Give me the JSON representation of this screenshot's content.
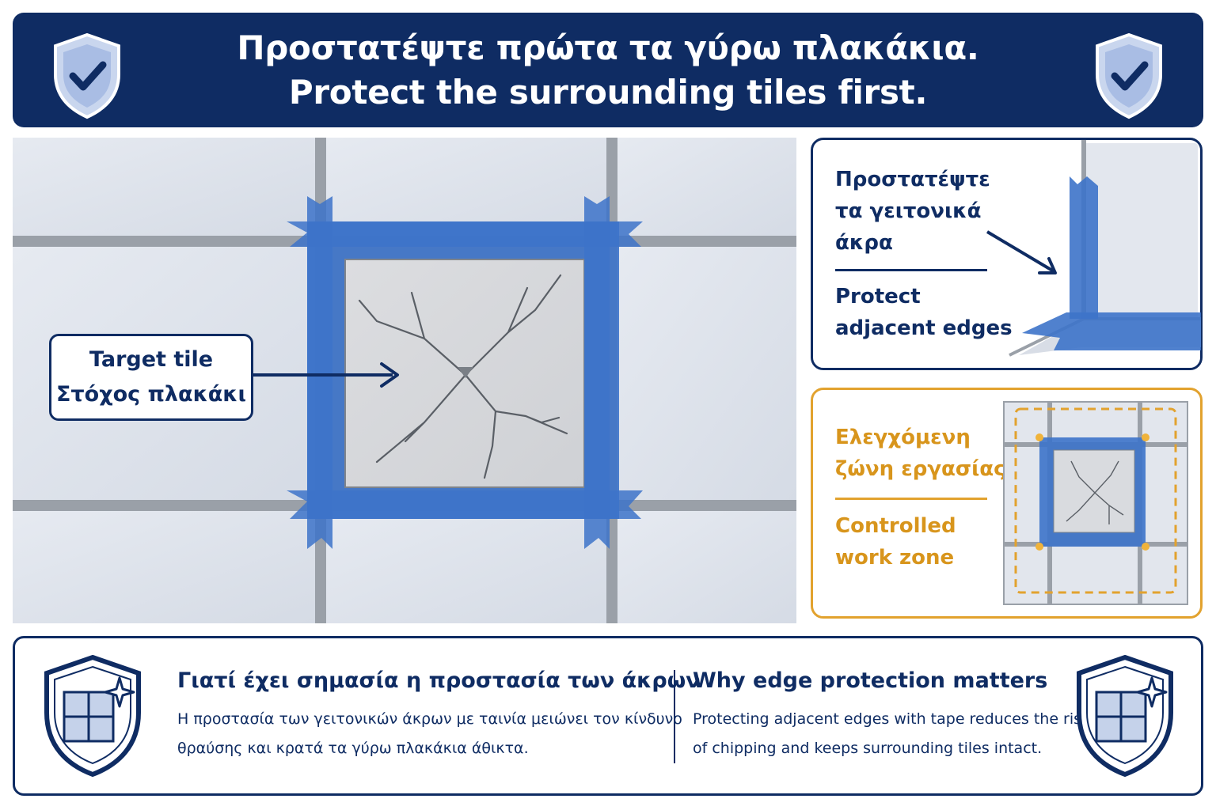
{
  "header": {
    "title_greek": "Προστατέψτε πρώτα τα γύρω πλακάκια.",
    "title_english": "Protect the surrounding tiles first.",
    "icon": "shield-check-icon"
  },
  "main": {
    "target_callout": {
      "label_english": "Target tile",
      "label_greek": "Στόχος πλακάκι"
    }
  },
  "panels": {
    "edges": {
      "greek_lines": [
        "Προστατέψτε",
        "τα γειτονικά",
        "άκρα"
      ],
      "english_lines": [
        "Protect",
        "adjacent edges"
      ]
    },
    "zone": {
      "greek_lines": [
        "Ελεγχόμενη",
        "ζώνη εργασίας"
      ],
      "english_lines": [
        "Controlled",
        "work zone"
      ]
    }
  },
  "info": {
    "greek": {
      "heading": "Γιατί έχει σημασία η προστασία των άκρων",
      "body_lines": [
        "Η προστασία των γειτονικών άκρων με ταινία μειώνει τον κίνδυνο",
        "θραύσης και κρατά τα γύρω πλακάκια άθικτα."
      ]
    },
    "english": {
      "heading": "Why edge protection matters",
      "body_lines": [
        "Protecting adjacent edges with tape reduces the risk",
        "of chipping and keeps surrounding tiles intact."
      ]
    },
    "icon": "shield-tile-sparkle-icon"
  },
  "colors": {
    "navy": "#0f2c63",
    "tape_blue": "#3d73c9",
    "amber": "#e2a22e",
    "tile": "#dfe4ec",
    "grout": "#8a9099"
  }
}
